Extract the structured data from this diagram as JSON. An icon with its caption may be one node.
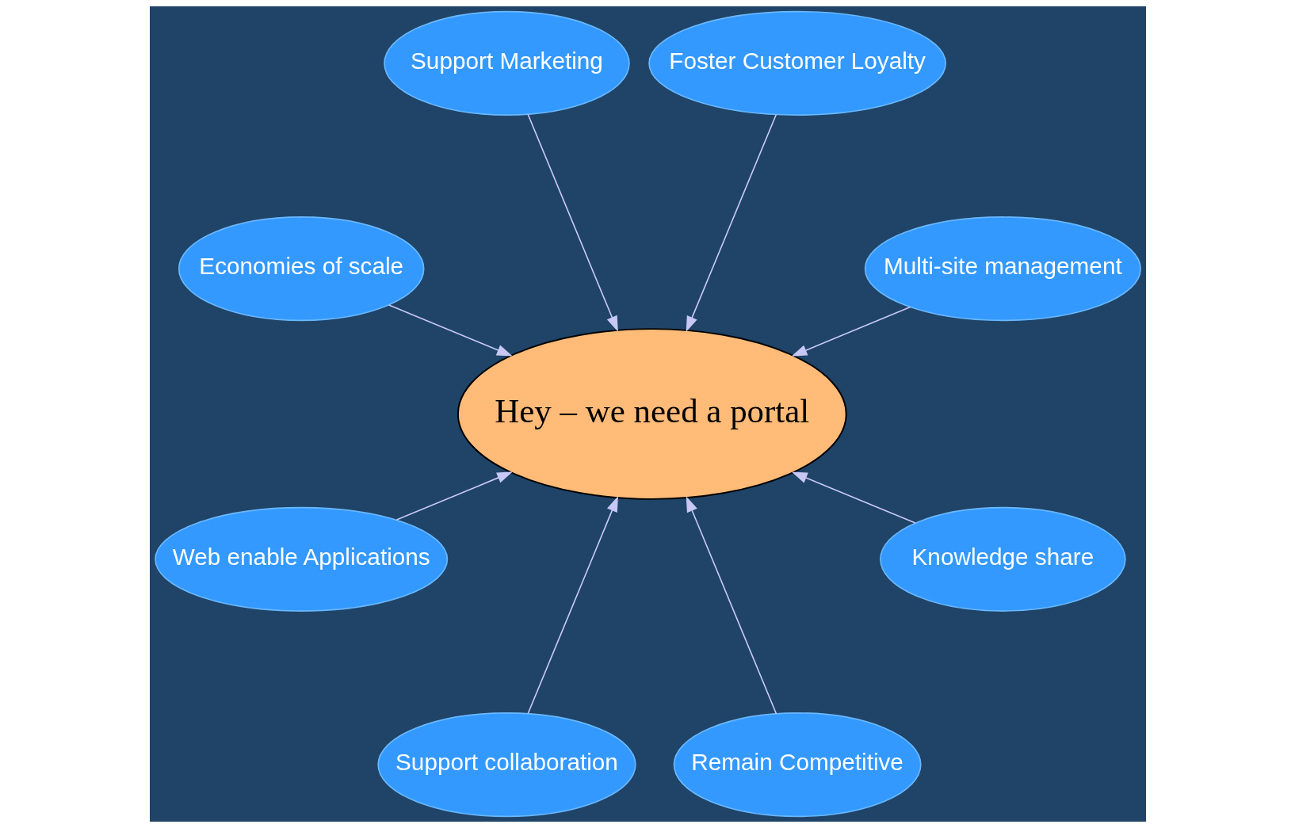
{
  "diagram": {
    "nodes": [
      {
        "text": [
          "Multi-site management"
        ]
      },
      {
        "text": [
          "Foster Customer Loyalty"
        ]
      },
      {
        "text": [
          "Support Marketing"
        ]
      },
      {
        "text": [
          "Hey – we need a portal"
        ]
      },
      {
        "text": [
          "Economies of scale"
        ]
      },
      {
        "text": [
          "Web enable Applications"
        ]
      },
      {
        "text": [
          "Support collaboration"
        ]
      },
      {
        "text": [
          "Remain Competitive"
        ]
      },
      {
        "text": [
          "Knowledge share"
        ]
      }
    ],
    "edges": [
      {
        "from": 0,
        "to": 3,
        "arrow": "to"
      },
      {
        "from": 1,
        "to": 3,
        "arrow": "to"
      },
      {
        "from": 2,
        "to": 3,
        "arrow": "to"
      },
      {
        "from": 4,
        "to": 3,
        "arrow": "to"
      },
      {
        "from": 5,
        "to": 3,
        "arrow": "to"
      },
      {
        "from": 6,
        "to": 3,
        "arrow": "to"
      },
      {
        "from": 7,
        "to": 3,
        "arrow": "to"
      },
      {
        "from": 8,
        "to": 3,
        "arrow": "to"
      }
    ]
  }
}
